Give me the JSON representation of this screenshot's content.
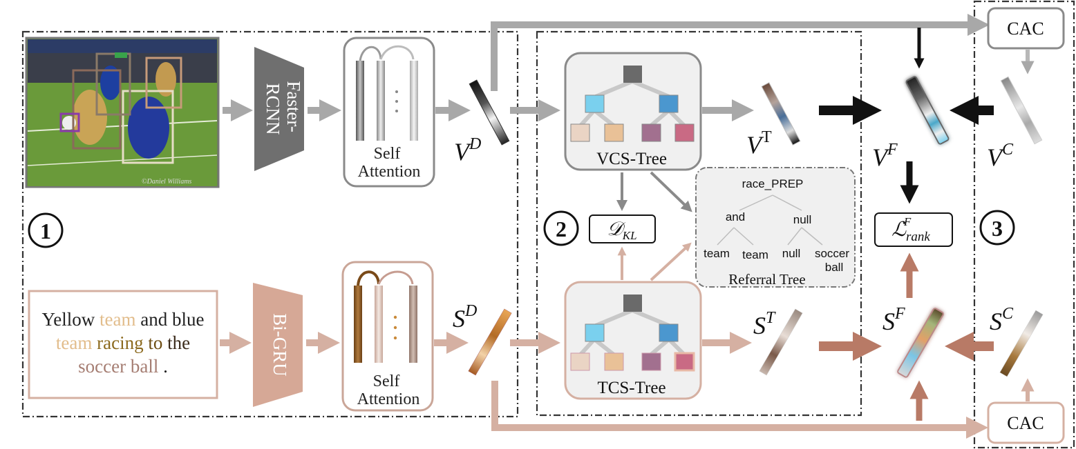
{
  "modules": {
    "faster_rcnn": "Faster-RCNN",
    "bi_gru": "Bi-GRU",
    "self_attention_top": "Self Attention",
    "self_attention_bottom": "Self Attention",
    "vcs_tree": "VCS-Tree",
    "tcs_tree": "TCS-Tree",
    "cac_top": "CAC",
    "cac_bottom": "CAC",
    "d_kl": "D_KL",
    "l_rank": "L_rank^F"
  },
  "circled_numbers": [
    "1",
    "2",
    "3"
  ],
  "features": {
    "vd": "V^D",
    "vt": "V^T",
    "vf": "V^F",
    "vc": "V^C",
    "sd": "S^D",
    "st": "S^T",
    "sf": "S^F",
    "sc": "S^C"
  },
  "caption": {
    "words": [
      "Yellow",
      "team",
      "and",
      "blue",
      "team",
      "racing",
      "to",
      "the",
      "soccer",
      "ball",
      "."
    ]
  },
  "referral_tree": {
    "title": "Referral Tree",
    "root": "race_PREP",
    "mid_left": "and",
    "mid_right": "null",
    "leaf_1": "team",
    "leaf_2": "team",
    "leaf_3": "null",
    "leaf_4": "soccer",
    "leaf_4b": "ball"
  },
  "photo": {
    "watermark": "©Daniel Williams"
  },
  "colors": {
    "visual_arrow": "#a8a8a8",
    "text_arrow": "#d5b0a2",
    "fusion_arrow": "#b87a66",
    "dark_arrow": "#111111",
    "tree_root": "#6a6a6a",
    "tree_light_blue": "#7ad0ee",
    "tree_blue": "#4b97cf",
    "tree_beige": "#ead4c4",
    "tree_peach": "#e9c197",
    "tree_purple": "#a2708f",
    "tree_pink": "#c96a84"
  }
}
